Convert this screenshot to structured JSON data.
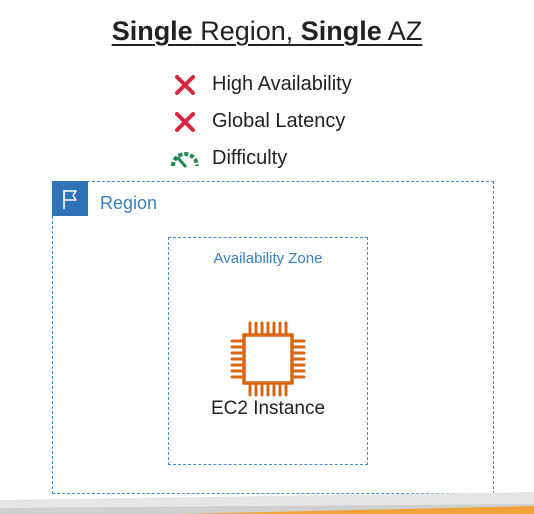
{
  "title": {
    "part1_bold": "Single",
    "part2": " Region, ",
    "part3_bold": "Single",
    "part4": " AZ"
  },
  "criteria": [
    {
      "icon": "x-icon",
      "label": "High Availability"
    },
    {
      "icon": "x-icon",
      "label": "Global Latency"
    },
    {
      "icon": "gauge-icon",
      "label": "Difficulty"
    }
  ],
  "region": {
    "label": "Region",
    "icon": "flag-icon"
  },
  "availability_zone": {
    "label": "Availability Zone"
  },
  "instance": {
    "label": "EC2 Instance",
    "icon": "ec2-chip-icon"
  },
  "colors": {
    "x_red": "#d7263d",
    "gauge_green": "#1e8a4c",
    "region_blue": "#2e73b8",
    "border_blue": "#4a8bc2",
    "ec2_orange": "#d86613"
  }
}
